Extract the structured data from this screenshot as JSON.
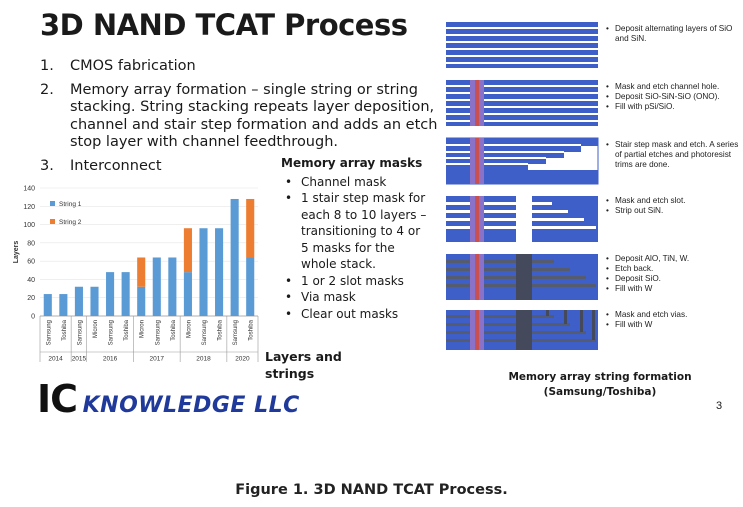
{
  "slide": {
    "title": "3D NAND TCAT Process",
    "steps": [
      {
        "num": "1.",
        "text": "CMOS fabrication"
      },
      {
        "num": "2.",
        "text": "Memory array formation – single string or string stacking. String stacking repeats layer deposition, channel and stair step formation and adds an etch stop layer with channel feedthrough."
      },
      {
        "num": "3.",
        "text": "Interconnect"
      }
    ],
    "masks_heading": "Memory array masks",
    "masks": [
      "Channel mask",
      "1 stair step mask for each 8 to 10 layers – transitioning to 4 or 5 masks for the whole stack.",
      "1 or 2 slot masks",
      "Via mask",
      "Clear out masks"
    ],
    "layers_label": "Layers and strings",
    "logo_ic": "IC",
    "logo_knowledge": "KNOWLEDGE LLC",
    "page_number": "3",
    "formation_title": "Memory array string formation (Samsung/Toshiba)",
    "panel_notes": [
      [
        "Deposit alternating layers of SiO and SiN."
      ],
      [
        "Mask and etch channel hole.",
        "Deposit SiO-SiN-SiO (ONO).",
        "Fill with pSi/SiO."
      ],
      [
        "Stair step mask and etch. A series of partial etches and photoresist trims are done."
      ],
      [
        "Mask and etch slot.",
        "Strip out SiN."
      ],
      [
        "Deposit AlO, TiN, W.",
        "Etch back.",
        "Deposit SiO.",
        "Fill with W"
      ],
      [
        "Mask and etch vias.",
        "Fill with W"
      ]
    ]
  },
  "caption": "Figure 1. 3D NAND TCAT Process.",
  "colors": {
    "string1": "#5b9bd5",
    "string2": "#ed7d31",
    "layer_blue": "#3f5fc8",
    "layer_light": "#ffffff",
    "logo_blue": "#1f3a9a"
  },
  "chart_data": {
    "type": "bar",
    "stacked": true,
    "ylabel": "Layers",
    "ylim": [
      0,
      140
    ],
    "yticks": [
      "0",
      "20",
      "40",
      "60",
      "80",
      "100",
      "120",
      "140"
    ],
    "categories": [
      "Samsung",
      "Toshiba",
      "Samsung",
      "Micron",
      "Samsung",
      "Toshiba",
      "Micron",
      "Samsung",
      "Toshiba",
      "Micron",
      "Samsung",
      "Toshiba",
      "Samsung",
      "Toshiba"
    ],
    "years": [
      {
        "label": "2014",
        "span": 2
      },
      {
        "label": "2015",
        "span": 1
      },
      {
        "label": "2016",
        "span": 3
      },
      {
        "label": "2017",
        "span": 3
      },
      {
        "label": "2018",
        "span": 3
      },
      {
        "label": "2020",
        "span": 2
      }
    ],
    "series": [
      {
        "name": "String 1",
        "values": [
          24,
          24,
          32,
          32,
          48,
          48,
          32,
          64,
          64,
          48,
          96,
          96,
          128,
          64
        ]
      },
      {
        "name": "String 2",
        "values": [
          0,
          0,
          0,
          0,
          0,
          0,
          32,
          0,
          0,
          48,
          0,
          0,
          0,
          64
        ]
      }
    ],
    "legend": "top-left"
  }
}
